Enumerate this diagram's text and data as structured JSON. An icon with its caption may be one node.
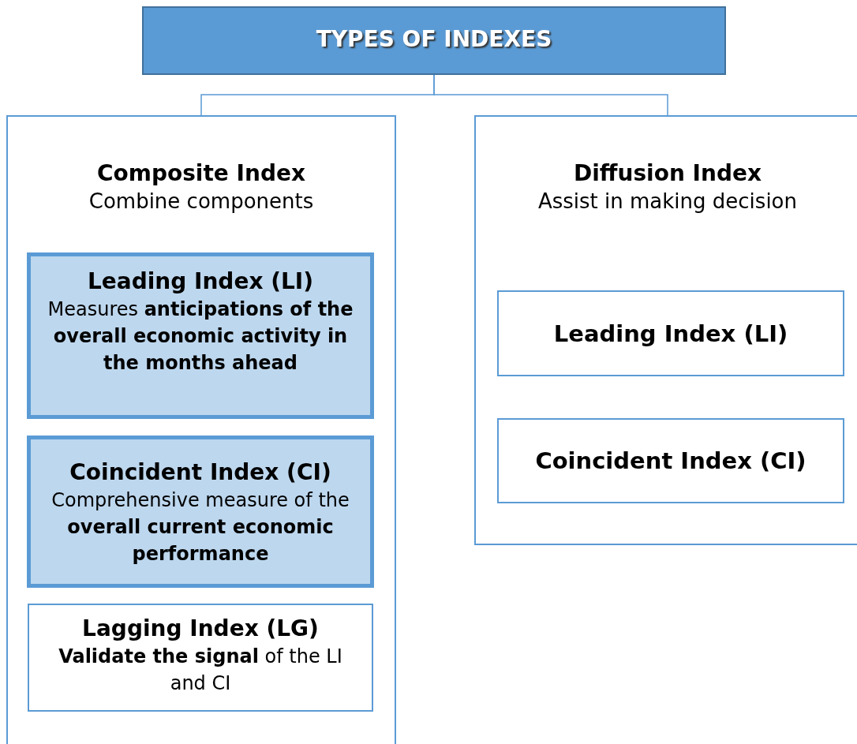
{
  "diagram": {
    "nodes": [
      {
        "text": [
          "TYPES OF INDEXES"
        ]
      },
      {
        "text": [
          "Composite Index",
          "Combine components"
        ]
      },
      {
        "text": [
          "Leading Index (LI)",
          "Measures **anticipations of the overall economic activity in the months ahead**"
        ],
        "in": 1
      },
      {
        "text": [
          "Coincident Index (CI)",
          "Comprehensive measure of the **overall current economic performance**"
        ],
        "in": 1
      },
      {
        "text": [
          "Lagging Index (LG)",
          "**Validate the signal** of the LI and CI"
        ],
        "in": 1
      },
      {
        "text": [
          "Diffusion Index",
          "Assist in making decision"
        ]
      },
      {
        "text": [
          "Leading Index (LI)"
        ],
        "in": 5
      },
      {
        "text": [
          "Coincident Index (CI)"
        ],
        "in": 5
      }
    ],
    "edges": [
      {
        "from": 0,
        "to": 1,
        "arrow": "none"
      },
      {
        "from": 0,
        "to": 5,
        "arrow": "none"
      }
    ]
  }
}
